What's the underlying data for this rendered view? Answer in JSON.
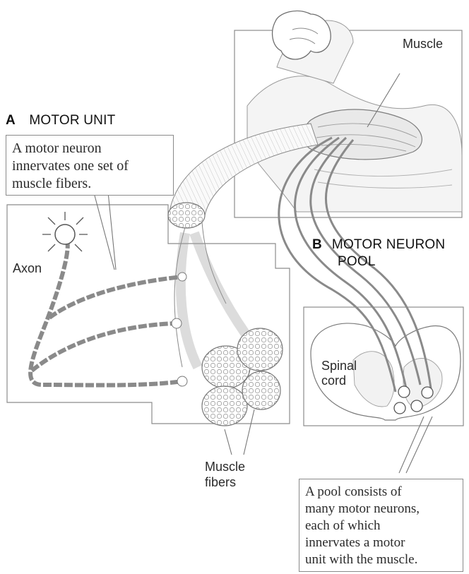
{
  "muscle_label": "Muscle",
  "section_a": {
    "letter": "A",
    "title": "MOTOR UNIT"
  },
  "callout_a": [
    "A motor neuron",
    "innervates one set of",
    "muscle fibers."
  ],
  "axon_label": "Axon",
  "section_b": {
    "letter": "B",
    "title_lines": [
      "MOTOR NEURON",
      "POOL"
    ]
  },
  "spinal_cord_label": [
    "Spinal",
    "cord"
  ],
  "muscle_fibers_label": [
    "Muscle",
    "fibers"
  ],
  "callout_b": [
    "A pool consists of",
    "many motor neurons,",
    "each of which",
    "innervates a motor",
    "unit with the muscle."
  ]
}
